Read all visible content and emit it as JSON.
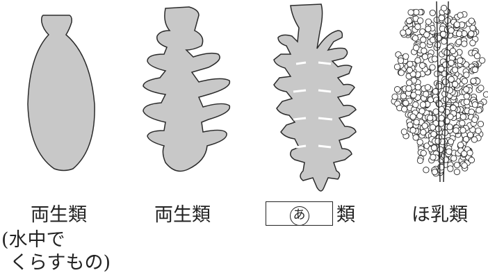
{
  "panels": [
    {
      "label": "両生類",
      "note_line1": "(水中で",
      "note_line2": "くらすもの)"
    },
    {
      "label": "両生類"
    },
    {
      "blank_marker": "あ",
      "label_suffix": "類"
    },
    {
      "label": "ほ乳類"
    }
  ],
  "colors": {
    "fill": "#c8c8c8",
    "stroke": "#2a2a2a"
  }
}
